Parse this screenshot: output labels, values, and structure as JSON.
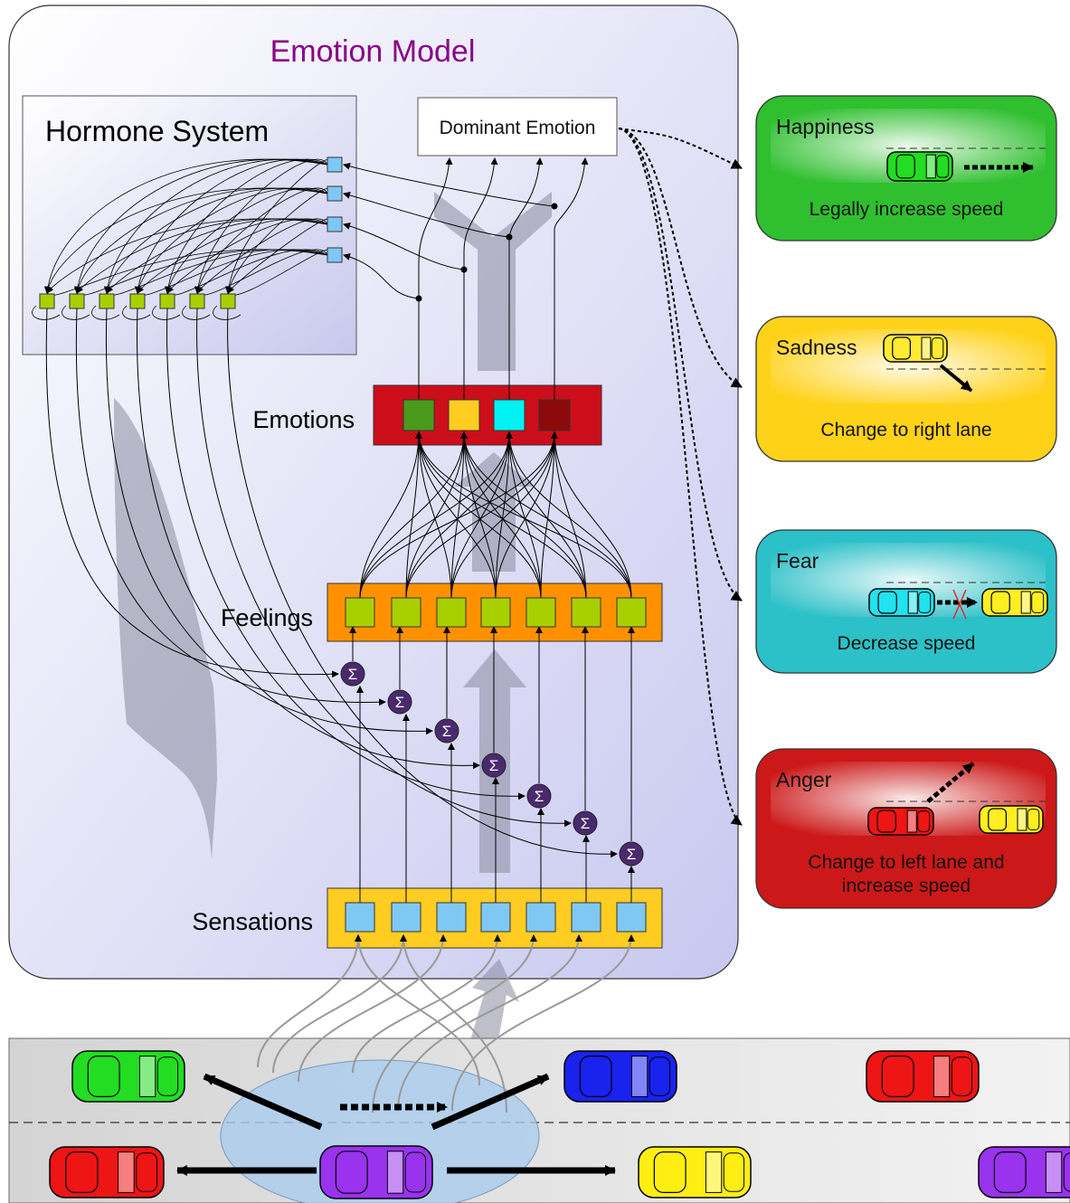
{
  "model": {
    "title": "Emotion Model",
    "hormone_title": "Hormone System",
    "dominant": "Dominant Emotion",
    "layer_emotions": "Emotions",
    "layer_feelings": "Feelings",
    "layer_sensations": "Sensations",
    "sum_symbol": "Σ",
    "emotion_colors": [
      "#4a9a1c",
      "#ffcc22",
      "#00f2f2",
      "#8c0a0a"
    ]
  },
  "behaviors": [
    {
      "emotion": "Happiness",
      "action": "Legally increase speed",
      "bg": "#2fbf2f",
      "car": "#22dd22"
    },
    {
      "emotion": "Sadness",
      "action": "Change to right lane",
      "bg": "#ffd21a",
      "car": "#ffea33"
    },
    {
      "emotion": "Fear",
      "action": "Decrease speed",
      "bg": "#2cc0c8",
      "car": "#22e2ee"
    },
    {
      "emotion": "Anger",
      "action": "Change to left lane and increase speed",
      "action_lines": [
        "Change to left lane and",
        "increase speed"
      ],
      "bg": "#cc1818",
      "car": "#ee1515"
    }
  ],
  "road": {
    "cars": [
      {
        "color": "green-car"
      },
      {
        "color": "red-car"
      },
      {
        "color": "purple-car (ego)"
      },
      {
        "color": "blue-car"
      },
      {
        "color": "yellow-car"
      },
      {
        "color": "red-car"
      },
      {
        "color": "purple-car"
      }
    ]
  }
}
